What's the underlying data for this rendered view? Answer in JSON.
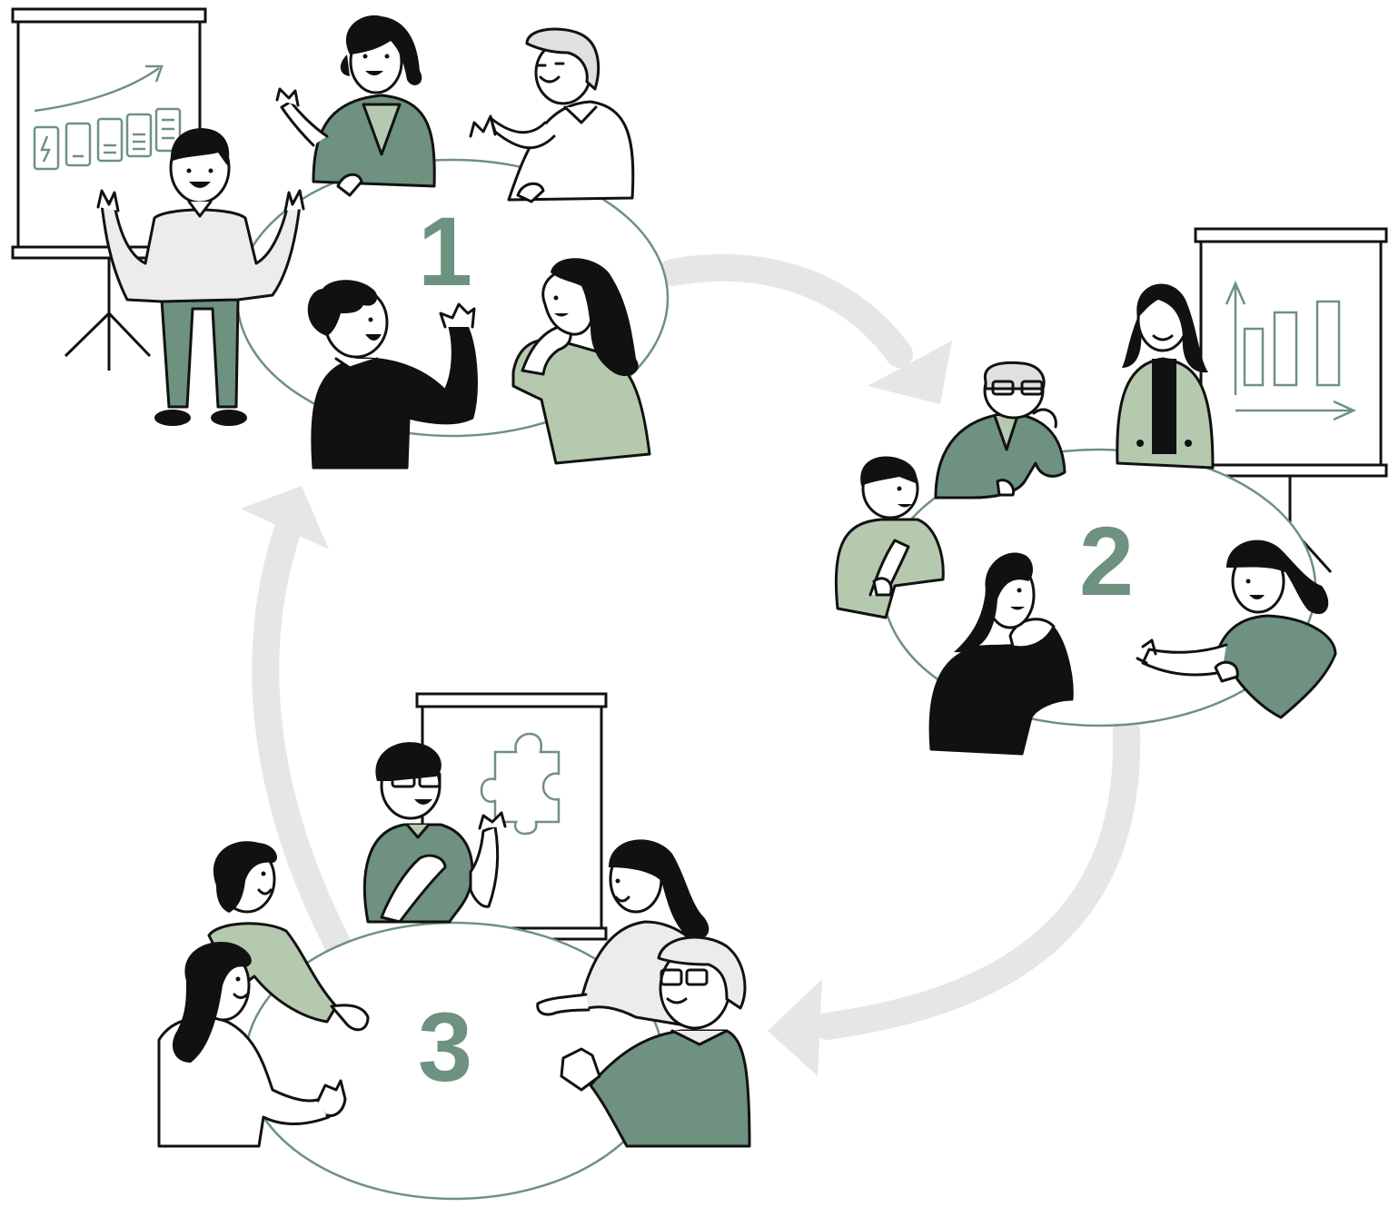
{
  "colors": {
    "background": "#ffffff",
    "accent_green": "#6e9180",
    "light_green": "#b5c9ae",
    "light_gray": "#ececec",
    "arrow_gray": "#e6e6e6",
    "ink": "#111111",
    "table_outline": "#6e9180"
  },
  "steps": [
    {
      "number": "1"
    },
    {
      "number": "2"
    },
    {
      "number": "3"
    }
  ],
  "icons": {
    "board_1": "battery-levels-chart-icon",
    "board_2": "bar-chart-icon",
    "board_3": "puzzle-piece-icon"
  }
}
